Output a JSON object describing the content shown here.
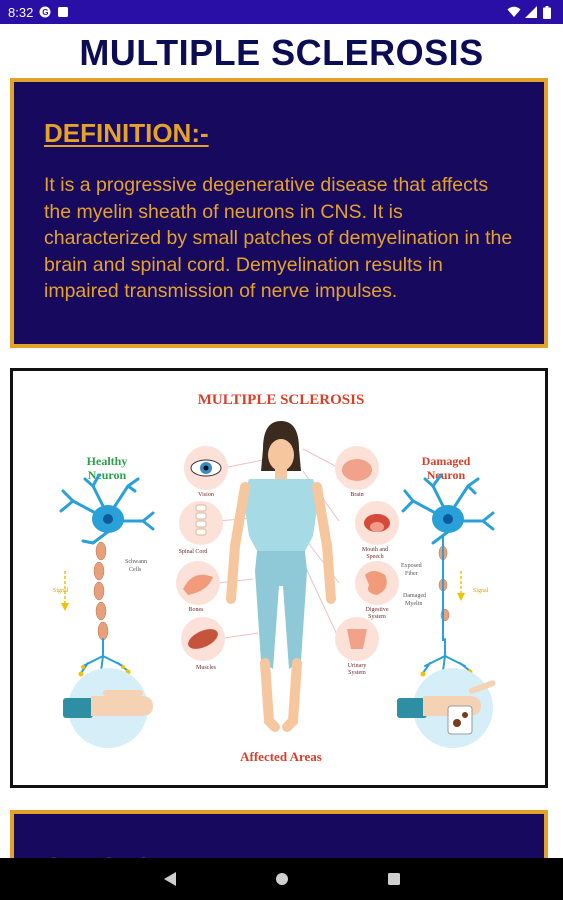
{
  "status_bar": {
    "time": "8:32",
    "icons": [
      "app-notification-icon",
      "download-icon",
      "wifi-icon",
      "signal-icon",
      "battery-icon"
    ]
  },
  "page": {
    "title": "MULTIPLE SCLEROSIS"
  },
  "definition": {
    "heading": "DEFINITION:-",
    "body": "It is a progressive degenerative disease that affects the myelin sheath of neurons in CNS. It is characterized by small patches of demyelination in the brain and spinal cord. Demyelination results in impaired transmission of nerve impulses."
  },
  "figure": {
    "title": "MULTIPLE SCLEROSIS",
    "healthy_label_1": "Healthy",
    "healthy_label_2": "Neuron",
    "damaged_label_1": "Damaged",
    "damaged_label_2": "Neuron",
    "left_items": [
      "Vision",
      "Spinal Cord",
      "Bones",
      "Muscles"
    ],
    "right_items": [
      "Brain",
      "Mouth and",
      "Speech",
      "Digestive",
      "System",
      "Urinary",
      "System"
    ],
    "healthy_parts": [
      "Schwann",
      "Cells",
      "Signal"
    ],
    "damaged_parts": [
      "Exposed",
      "Fiber",
      "Damaged",
      "Myelin",
      "Signal"
    ],
    "footer": "Affected Areas"
  },
  "causes": {
    "heading": "CAUSES"
  },
  "colors": {
    "status_bar": "#2a0fa6",
    "card_bg": "#17095e",
    "accent": "#e5a22b",
    "title": "#0c0c55"
  },
  "nav_bar": {
    "icons": [
      "back-icon",
      "home-icon",
      "recents-icon"
    ]
  }
}
